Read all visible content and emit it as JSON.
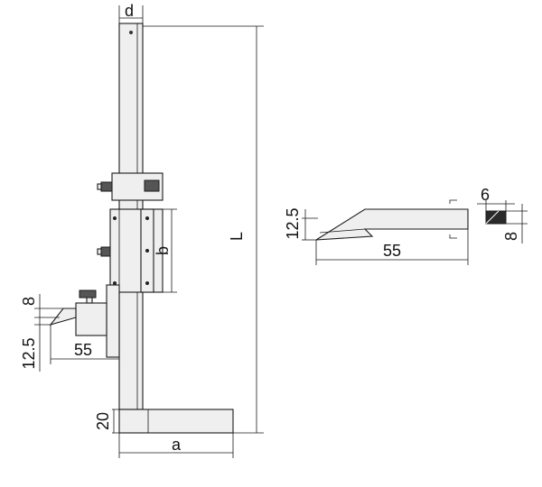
{
  "main_view": {
    "dim_d": "d",
    "dim_L": "L",
    "dim_b": "b",
    "dim_a": "a",
    "dim_base_height": "20",
    "dim_scriber_thickness": "8",
    "dim_scriber_offset": "12.5",
    "dim_scriber_length": "55"
  },
  "scriber_detail": {
    "dim_offset": "12.5",
    "dim_length": "55",
    "dim_width": "6",
    "dim_height": "8"
  }
}
